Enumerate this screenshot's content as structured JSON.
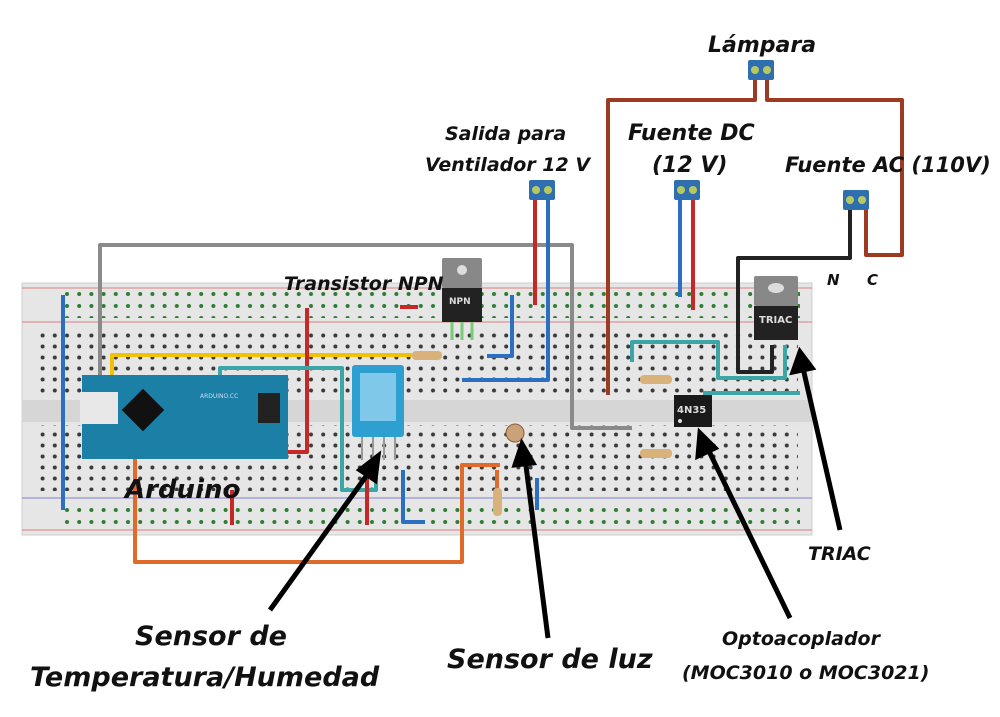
{
  "labels": {
    "lamp": "Lámpara",
    "fan_output_line1": "Salida para",
    "fan_output_line2": "Ventilador 12 V",
    "dc_source_line1": "Fuente DC",
    "dc_source_line2": "(12 V)",
    "ac_source": "Fuente AC (110V)",
    "neutral": "N",
    "phase": "C",
    "transistor": "Transistor NPN",
    "arduino": "Arduino",
    "triac": "TRIAC",
    "temp_sensor_line1": "Sensor de",
    "temp_sensor_line2": "Temperatura/Humedad",
    "light_sensor": "Sensor de luz",
    "optocoupler_line1": "Optoacoplador",
    "optocoupler_line2": "(MOC3010 o MOC3021)"
  },
  "components": {
    "transistor_marking": "NPN",
    "triac_marking": "TRIAC",
    "optocoupler_marking": "4N35",
    "arduino_marking": "ARDUINO.CC"
  },
  "colors": {
    "breadboard": "#e6e6e6",
    "arduino": "#1b7fa6",
    "terminal": "#2f6fb0",
    "wire_red": "#c62828",
    "wire_blue": "#2a6fc0",
    "wire_gray": "#8a8a8a",
    "wire_yellow": "#f2c200",
    "wire_teal": "#3aa6a8",
    "wire_orange": "#e06a2a",
    "wire_brown": "#9c3b22",
    "wire_black": "#222222"
  }
}
